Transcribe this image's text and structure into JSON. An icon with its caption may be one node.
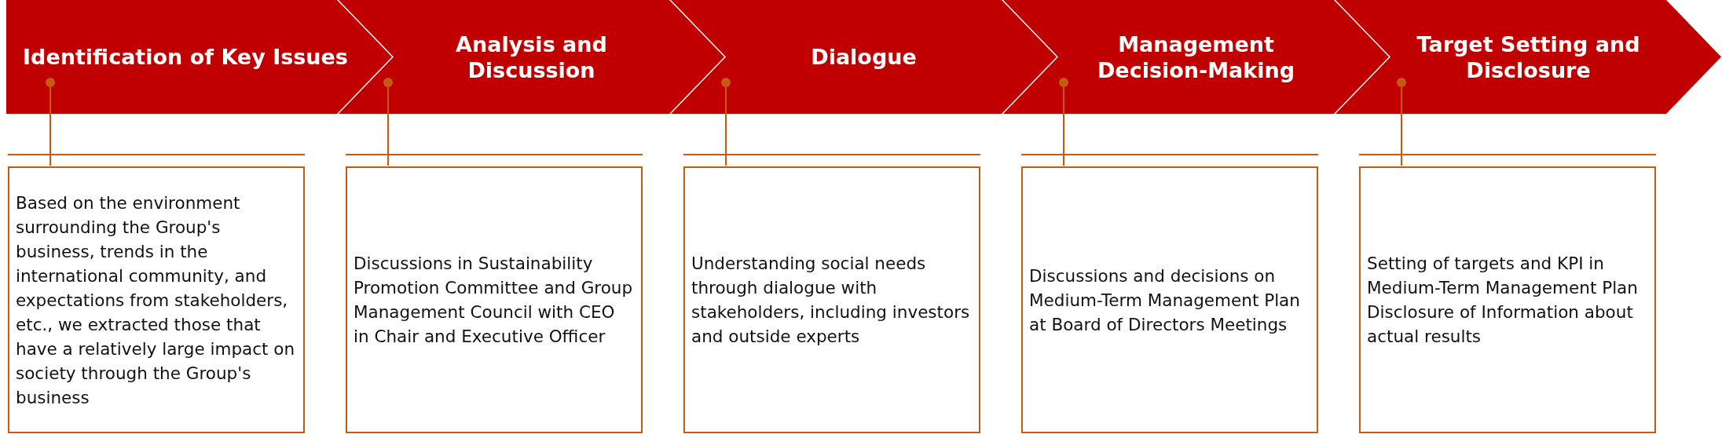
{
  "diagram": {
    "nodes": [
      {
        "text": [
          "Identification of Key Issues"
        ]
      },
      {
        "text": [
          "Analysis and Discussion"
        ]
      },
      {
        "text": [
          "Dialogue"
        ]
      },
      {
        "text": [
          "Management Decision-Making"
        ]
      },
      {
        "text": [
          "Target Setting and Disclosure"
        ]
      },
      {
        "text": [
          "Based on the environment surrounding the Group's business, trends in the international community, and expectations from stakeholders, etc., we extracted those that have a relatively large impact on society through the Group's business"
        ]
      },
      {
        "text": [
          "Discussions in Sustainability Promotion Committee and Group Management Council with CEO in Chair and Executive Officer"
        ]
      },
      {
        "text": [
          "Understanding social needs through dialogue with stakeholders, including investors and outside experts"
        ]
      },
      {
        "text": [
          "Discussions and decisions on Medium-Term Management Plan at Board of Directors Meetings"
        ]
      },
      {
        "text": [
          "Setting of targets and KPI in Medium-Term Management Plan",
          "Disclosure of Information about actual results"
        ]
      }
    ],
    "edges": [
      {
        "from": 0,
        "to": 5,
        "arrow": "other"
      },
      {
        "from": 1,
        "to": 6,
        "arrow": "other"
      },
      {
        "from": 2,
        "to": 7,
        "arrow": "other"
      },
      {
        "from": 3,
        "to": 8,
        "arrow": "other"
      },
      {
        "from": 4,
        "to": 9,
        "arrow": "other"
      }
    ]
  }
}
